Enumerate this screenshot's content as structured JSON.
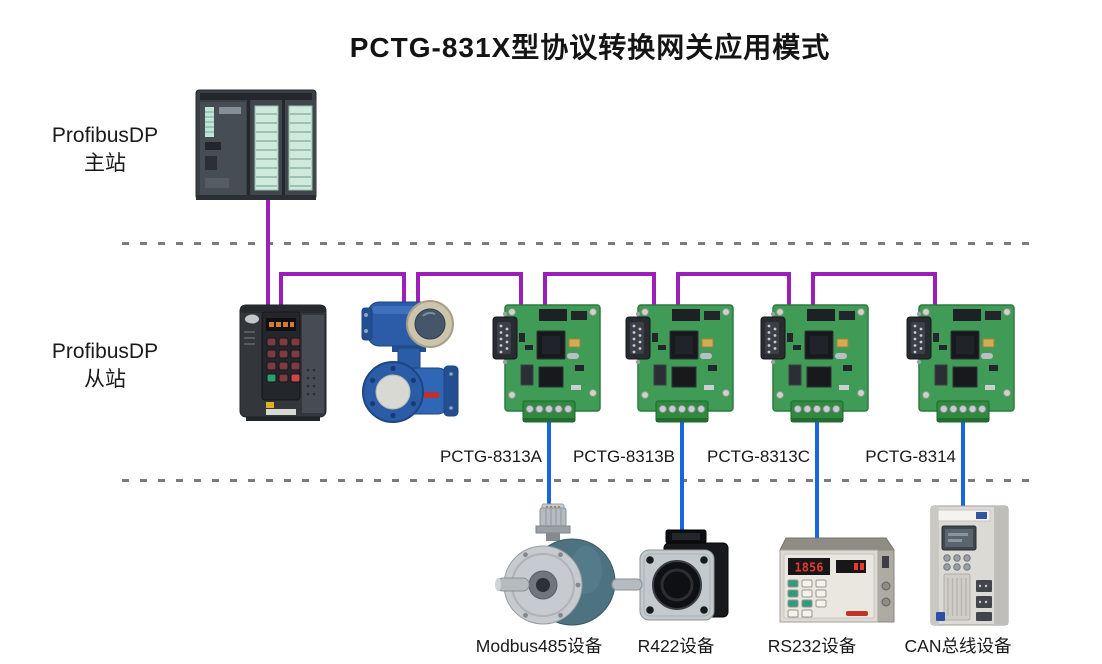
{
  "title": "PCTG-831X型协议转换网关应用模式",
  "left_labels": {
    "master": {
      "line1": "ProfibusDP",
      "line2": "主站"
    },
    "slave": {
      "line1": "ProfibusDP",
      "line2": "从站"
    }
  },
  "gateway_labels": [
    "PCTG-8313A",
    "PCTG-8313B",
    "PCTG-8313C",
    "PCTG-8314"
  ],
  "device_labels": [
    "Modbus485设备",
    "R422设备",
    "RS232设备",
    "CAN总线设备"
  ],
  "rs232_device": {
    "display_value": "1856"
  },
  "colors": {
    "profibus_bus": "#9C1FB8",
    "serial_bus": "#1767E0",
    "divider": "#7b7b7b"
  }
}
